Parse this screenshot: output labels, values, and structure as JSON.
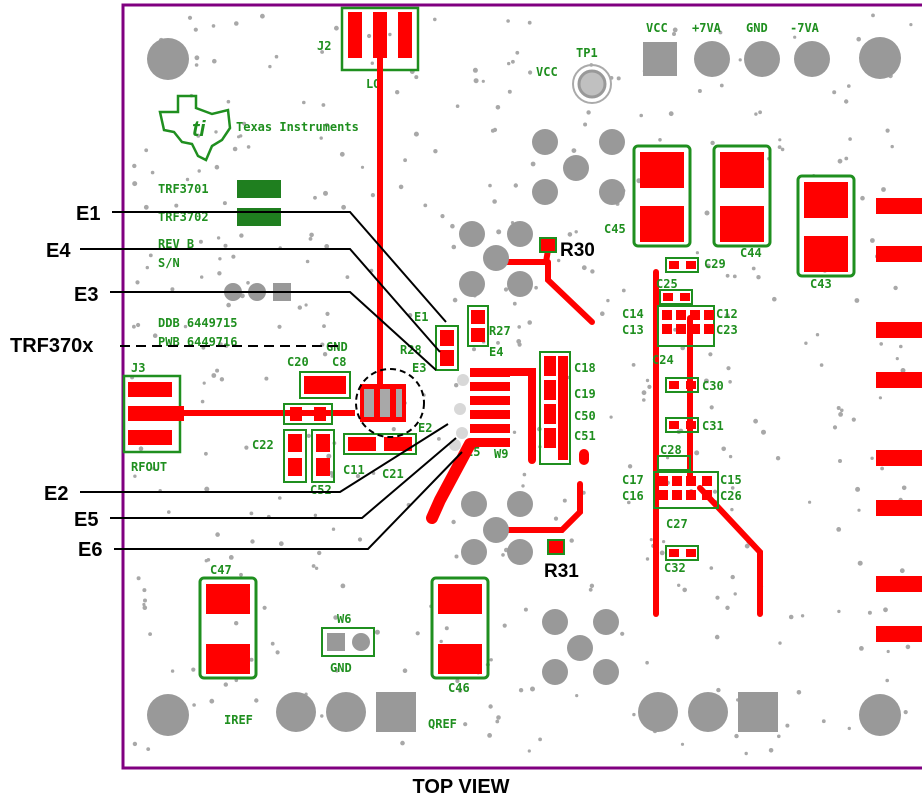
{
  "colors": {
    "board_outline": "#800080",
    "silkscreen": "#1f8f1f",
    "copper": "#ff0000",
    "pad_gray": "#999999",
    "via": "#a8a8a8",
    "leader": "#000000"
  },
  "caption": "TOP VIEW",
  "callouts": {
    "e1": "E1",
    "e4": "E4",
    "e3": "E3",
    "trf": "TRF370x",
    "e2": "E2",
    "e5": "E5",
    "e6": "E6"
  },
  "refs_large": {
    "r30": "R30",
    "r31": "R31"
  },
  "logo": {
    "company": "Texas Instruments"
  },
  "board_labels": {
    "trf3701": "TRF3701",
    "trf3702": "TRF3702",
    "rev": "REV B",
    "sn": "S/N",
    "ddb": "DDB 6449715",
    "pwb": "PWB 6449716"
  },
  "connectors": {
    "j2": "J2",
    "lo": "LO",
    "j3": "J3",
    "rfout": "RFOUT",
    "tp1": "TP1",
    "vcc_tp": "VCC",
    "w6": "W6",
    "w6_gnd": "GND",
    "iref": "IREF",
    "qref": "QREF"
  },
  "power_header": [
    "VCC",
    "+7VA",
    "GND",
    "-7VA"
  ],
  "components": {
    "c45": "C45",
    "c44": "C44",
    "c43": "C43",
    "c29": "C29",
    "c25": "C25",
    "c14": "C14",
    "c12": "C12",
    "c13": "C13",
    "c23": "C23",
    "c24": "C24",
    "c30": "C30",
    "c31": "C31",
    "c28": "C28",
    "c17": "C17",
    "c16": "C16",
    "c15": "C15",
    "c26": "C26",
    "c27": "C27",
    "c32": "C32",
    "c47": "C47",
    "c46": "C46",
    "c18": "C18",
    "c19": "C19",
    "c50": "C50",
    "c51": "C51",
    "w9": "W9",
    "e1_silk": "E1",
    "r27": "R27",
    "e4_silk": "E4",
    "r28": "R28",
    "e3_silk": "E3",
    "gnd_small": "GND",
    "c20": "C20",
    "c8": "C8",
    "c22": "C22",
    "c52": "C52",
    "c11": "C11",
    "c21": "C21",
    "e5_silk": "E5",
    "e2_silk": "E2"
  }
}
